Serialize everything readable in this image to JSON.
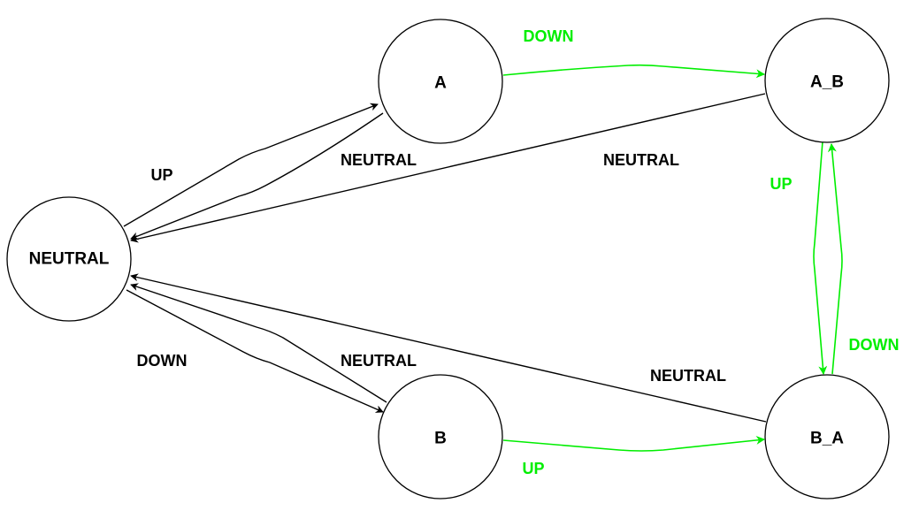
{
  "states": {
    "neutral": "NEUTRAL",
    "a": "A",
    "a_b": "A_B",
    "b": "B",
    "b_a": "B_A"
  },
  "transitions": {
    "neutral_to_a": "UP",
    "a_to_neutral": "NEUTRAL",
    "neutral_to_b": "DOWN",
    "b_to_neutral": "NEUTRAL",
    "a_to_a_b": "DOWN",
    "a_b_to_neutral": "NEUTRAL",
    "a_b_to_b_a": "UP",
    "b_a_to_a_b": "DOWN",
    "b_to_b_a": "UP",
    "b_a_to_neutral": "NEUTRAL"
  },
  "colors": {
    "default_edge": "#000000",
    "highlight_edge": "#00ee00"
  }
}
